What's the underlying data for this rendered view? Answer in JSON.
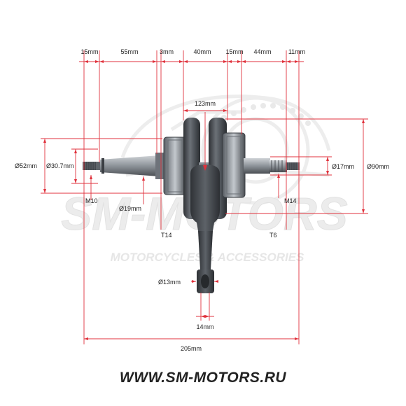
{
  "watermark": {
    "logo": "SM-MOTORS",
    "tagline": "MOTORCYCLES & ACCESSORIES"
  },
  "dimensions": {
    "top_row": [
      "15mm",
      "55mm",
      "3mm",
      "40mm",
      "15mm",
      "44mm",
      "11mm"
    ],
    "web_gap": "123mm",
    "left_big_dia": "Ø52mm",
    "left_bearing_dia": "Ø30.7mm",
    "left_thread": "M10",
    "left_shaft_dia": "Ø19mm",
    "left_taper": "T14",
    "right_shaft_dia": "Ø17mm",
    "flywheel_dia": "Ø90mm",
    "right_thread": "M14",
    "right_taper": "T6",
    "small_end_dia": "Ø13mm",
    "small_end_width": "14mm",
    "total_length": "205mm"
  },
  "footer": {
    "url": "WWW.SM-MOTORS.RU"
  },
  "colors": {
    "dimension_line": "#e0323c",
    "watermark": "#ececec",
    "metal_dark": "#3c3f44",
    "metal_light": "#9aa0a6"
  }
}
